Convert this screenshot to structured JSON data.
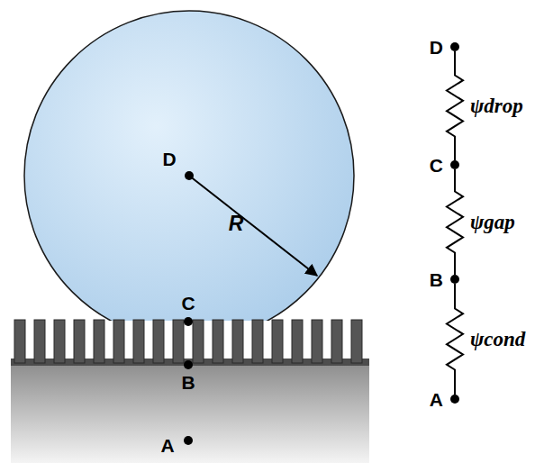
{
  "diagram": {
    "nodes": [
      {
        "text": [
          "D"
        ]
      },
      {
        "text": [
          "C"
        ]
      },
      {
        "text": [
          "B"
        ]
      },
      {
        "text": [
          "A"
        ]
      }
    ],
    "edges": [
      {
        "from": 0,
        "to": 1,
        "arrow": "none",
        "label": "ψdrop"
      },
      {
        "from": 1,
        "to": 2,
        "arrow": "none",
        "label": "ψgap"
      },
      {
        "from": 2,
        "to": 3,
        "arrow": "none",
        "label": "ψcond"
      }
    ],
    "labels": [
      "D",
      "R",
      "C",
      "B",
      "A"
    ]
  }
}
